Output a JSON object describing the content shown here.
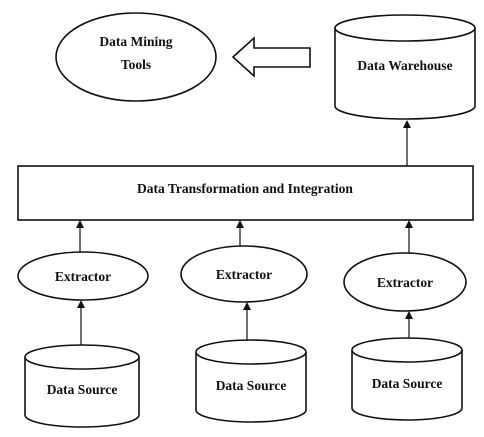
{
  "diagram": {
    "mining_tools": {
      "line1": "Data Mining",
      "line2": "Tools"
    },
    "warehouse": {
      "label": "Data Warehouse"
    },
    "transformation": {
      "label": "Data Transformation and Integration"
    },
    "extractors": [
      {
        "label": "Extractor"
      },
      {
        "label": "Extractor"
      },
      {
        "label": "Extractor"
      }
    ],
    "sources": [
      {
        "label": "Data Source"
      },
      {
        "label": "Data Source"
      },
      {
        "label": "Data Source"
      }
    ]
  }
}
